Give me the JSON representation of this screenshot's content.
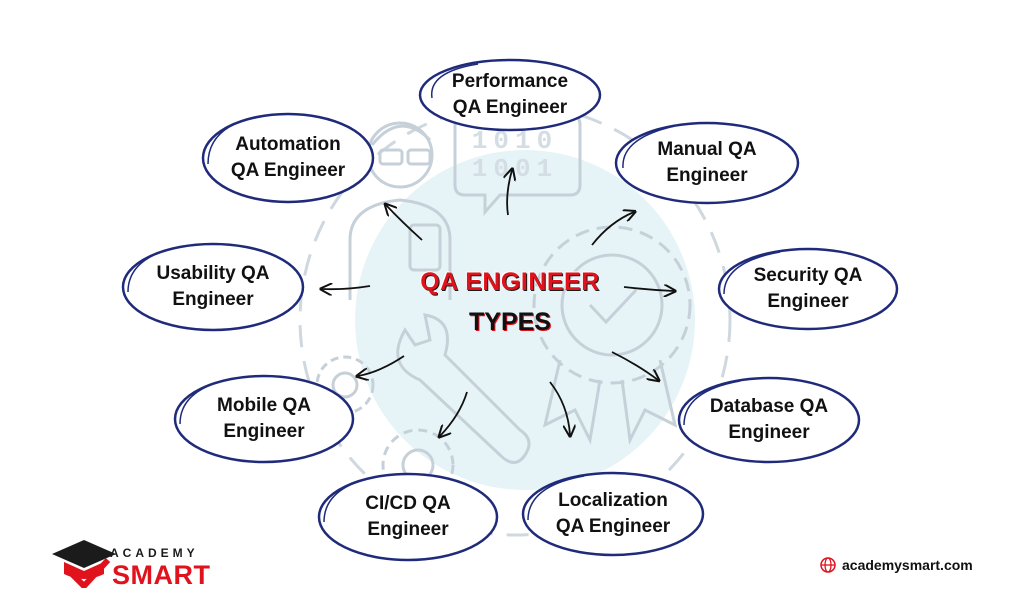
{
  "center": {
    "line1": "QA ENGINEER",
    "line2": "TYPES"
  },
  "nodes": [
    {
      "id": "performance",
      "label": "Performance\nQA Engineer"
    },
    {
      "id": "manual",
      "label": "Manual QA\nEngineer"
    },
    {
      "id": "security",
      "label": "Security QA\nEngineer"
    },
    {
      "id": "database",
      "label": "Database QA\nEngineer"
    },
    {
      "id": "localization",
      "label": "Localization\nQA Engineer"
    },
    {
      "id": "cicd",
      "label": "CI/CD QA\nEngineer"
    },
    {
      "id": "mobile",
      "label": "Mobile QA\nEngineer"
    },
    {
      "id": "usability",
      "label": "Usability QA\nEngineer"
    },
    {
      "id": "automation",
      "label": "Automation\nQA Engineer"
    }
  ],
  "background_icon": {
    "binary_top": "1010",
    "binary_bottom": "1001"
  },
  "logo": {
    "academy": "ACADEMY",
    "smart": "SMART"
  },
  "footer": {
    "url": "academysmart.com",
    "icon": "globe-icon"
  },
  "colors": {
    "ellipse_stroke": "#1f2b7a",
    "accent_red": "#e0131d",
    "background_art": "#cfd8df",
    "background_circle": "#e6f4f8"
  }
}
